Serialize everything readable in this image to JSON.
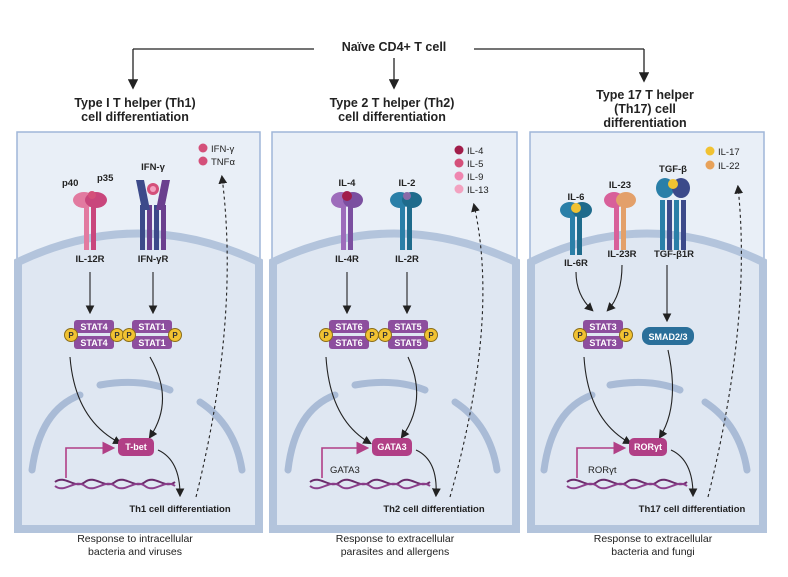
{
  "root": {
    "label": "Naïve CD4+ T cell"
  },
  "columns": [
    {
      "heading": [
        "Type I T helper (Th1)",
        "cell differentiation"
      ],
      "caption": [
        "Response to intracellular",
        "bacteria and viruses"
      ],
      "ligands": [
        "p40",
        "p35",
        "IFN-γ"
      ],
      "receptors": [
        "IL-12R",
        "IFN-γR"
      ],
      "stats": [
        "STAT4",
        "STAT4",
        "STAT1",
        "STAT1"
      ],
      "phospho": "P",
      "factor": "T-bet",
      "outcome": "Th1 cell differentiation",
      "cytokines": [
        "IFN-γ",
        "TNFα"
      ],
      "colors": {
        "ligand": "#d4507a",
        "receptor": "#e27aa0",
        "stat": "#8d4e9e"
      }
    },
    {
      "heading": [
        "Type 2 T helper (Th2)",
        "cell differentiation"
      ],
      "caption": [
        "Response to extracellular",
        "parasites and allergens"
      ],
      "ligands": [
        "IL-4",
        "IL-2"
      ],
      "receptors": [
        "IL-4R",
        "IL-2R"
      ],
      "stats": [
        "STAT6",
        "STAT6",
        "STAT5",
        "STAT5"
      ],
      "phospho": "P",
      "factor": "GATA3",
      "gene": "GATA3",
      "outcome": "Th2 cell differentiation",
      "cytokines": [
        "IL-4",
        "IL-5",
        "IL-9",
        "IL-13"
      ]
    },
    {
      "heading": [
        "Type 17 T helper",
        "(Th17) cell",
        "differentiation"
      ],
      "caption": [
        "Response to extracellular",
        "bacteria and fungi"
      ],
      "ligands": [
        "IL-6",
        "IL-23",
        "TGF-β"
      ],
      "receptors": [
        "IL-6R",
        "IL-23R",
        "TGF-β1R"
      ],
      "stats": [
        "STAT3",
        "STAT3"
      ],
      "smad": "SMAD2/3",
      "phospho": "P",
      "factor": "RORγt",
      "gene": "RORγt",
      "outcome": "Th17 cell differentiation",
      "cytokines": [
        "IL-17",
        "IL-22"
      ]
    }
  ]
}
